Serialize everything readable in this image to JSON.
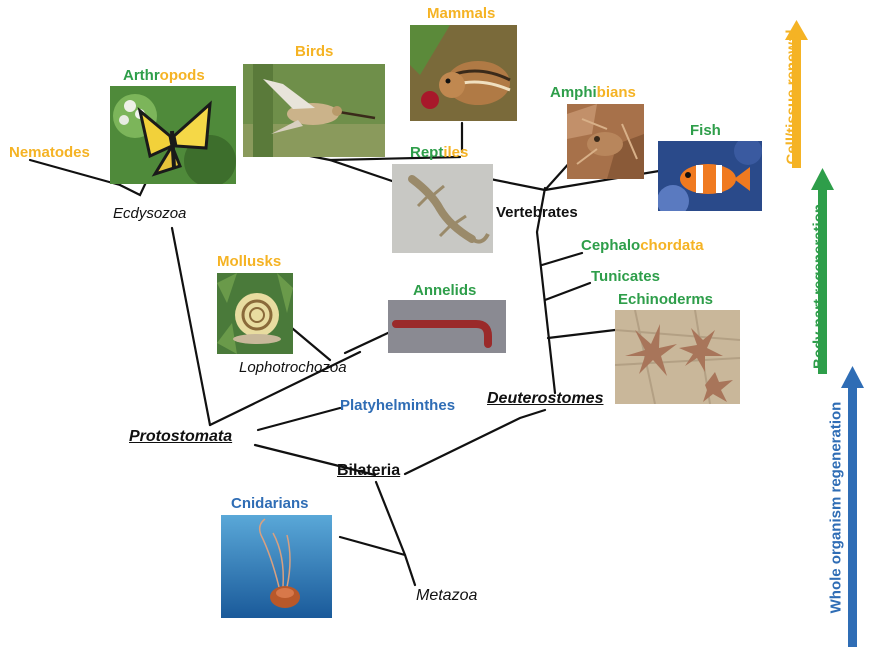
{
  "groups": {
    "nematodes": {
      "label": "Nematodes",
      "color": "#f5b324"
    },
    "arthropods": {
      "part1": "Arthr",
      "part2": "opods",
      "color1": "#2e9e4a",
      "color2": "#f5b324"
    },
    "birds": {
      "label": "Birds",
      "color": "#f5b324"
    },
    "mammals": {
      "label": "Mammals",
      "color": "#f5b324"
    },
    "amphibians": {
      "part1": "Amphi",
      "part2": "bians",
      "color1": "#2e9e4a",
      "color2": "#f5b324"
    },
    "fish": {
      "label": "Fish",
      "color": "#2e9e4a"
    },
    "reptiles": {
      "part1": "Rept",
      "part2": "iles",
      "color1": "#2e9e4a",
      "color2": "#f5b324"
    },
    "mollusks": {
      "label": "Mollusks",
      "color": "#f5b324"
    },
    "annelids": {
      "label": "Annelids",
      "color": "#2e9e4a"
    },
    "cephalochordata": {
      "part1": "Cephalo",
      "part2": "chordata",
      "color1": "#2e9e4a",
      "color2": "#f5b324"
    },
    "tunicates": {
      "label": "Tunicates",
      "color": "#2e9e4a"
    },
    "echinoderms": {
      "label": "Echinoderms",
      "color": "#2e9e4a"
    },
    "platyhelminthes": {
      "label": "Platyhelminthes",
      "color": "#2f6db5"
    },
    "cnidarians": {
      "label": "Cnidarians",
      "color": "#2f6db5"
    }
  },
  "clades": {
    "ecdysozoa": "Ecdysozoa",
    "lophotrochozoa": "Lophotrochozoa",
    "vertebrates": "Vertebrates",
    "protostomata": "Protostomata",
    "deuterostomes": "Deuterostomes",
    "bilateria": "Bilateria",
    "metazoa": "Metazoa"
  },
  "legend": [
    {
      "label": "Cell/tissue renewal",
      "color": "#f5b324"
    },
    {
      "label": "Body part regeneration",
      "color": "#2e9e4a"
    },
    {
      "label": "Whole organism regeneration",
      "color": "#2f6db5"
    }
  ],
  "photos": [
    "butterfly",
    "bird",
    "chipmunk",
    "frog",
    "clownfish",
    "gecko",
    "snail",
    "worm",
    "starfish",
    "jellyfish"
  ]
}
